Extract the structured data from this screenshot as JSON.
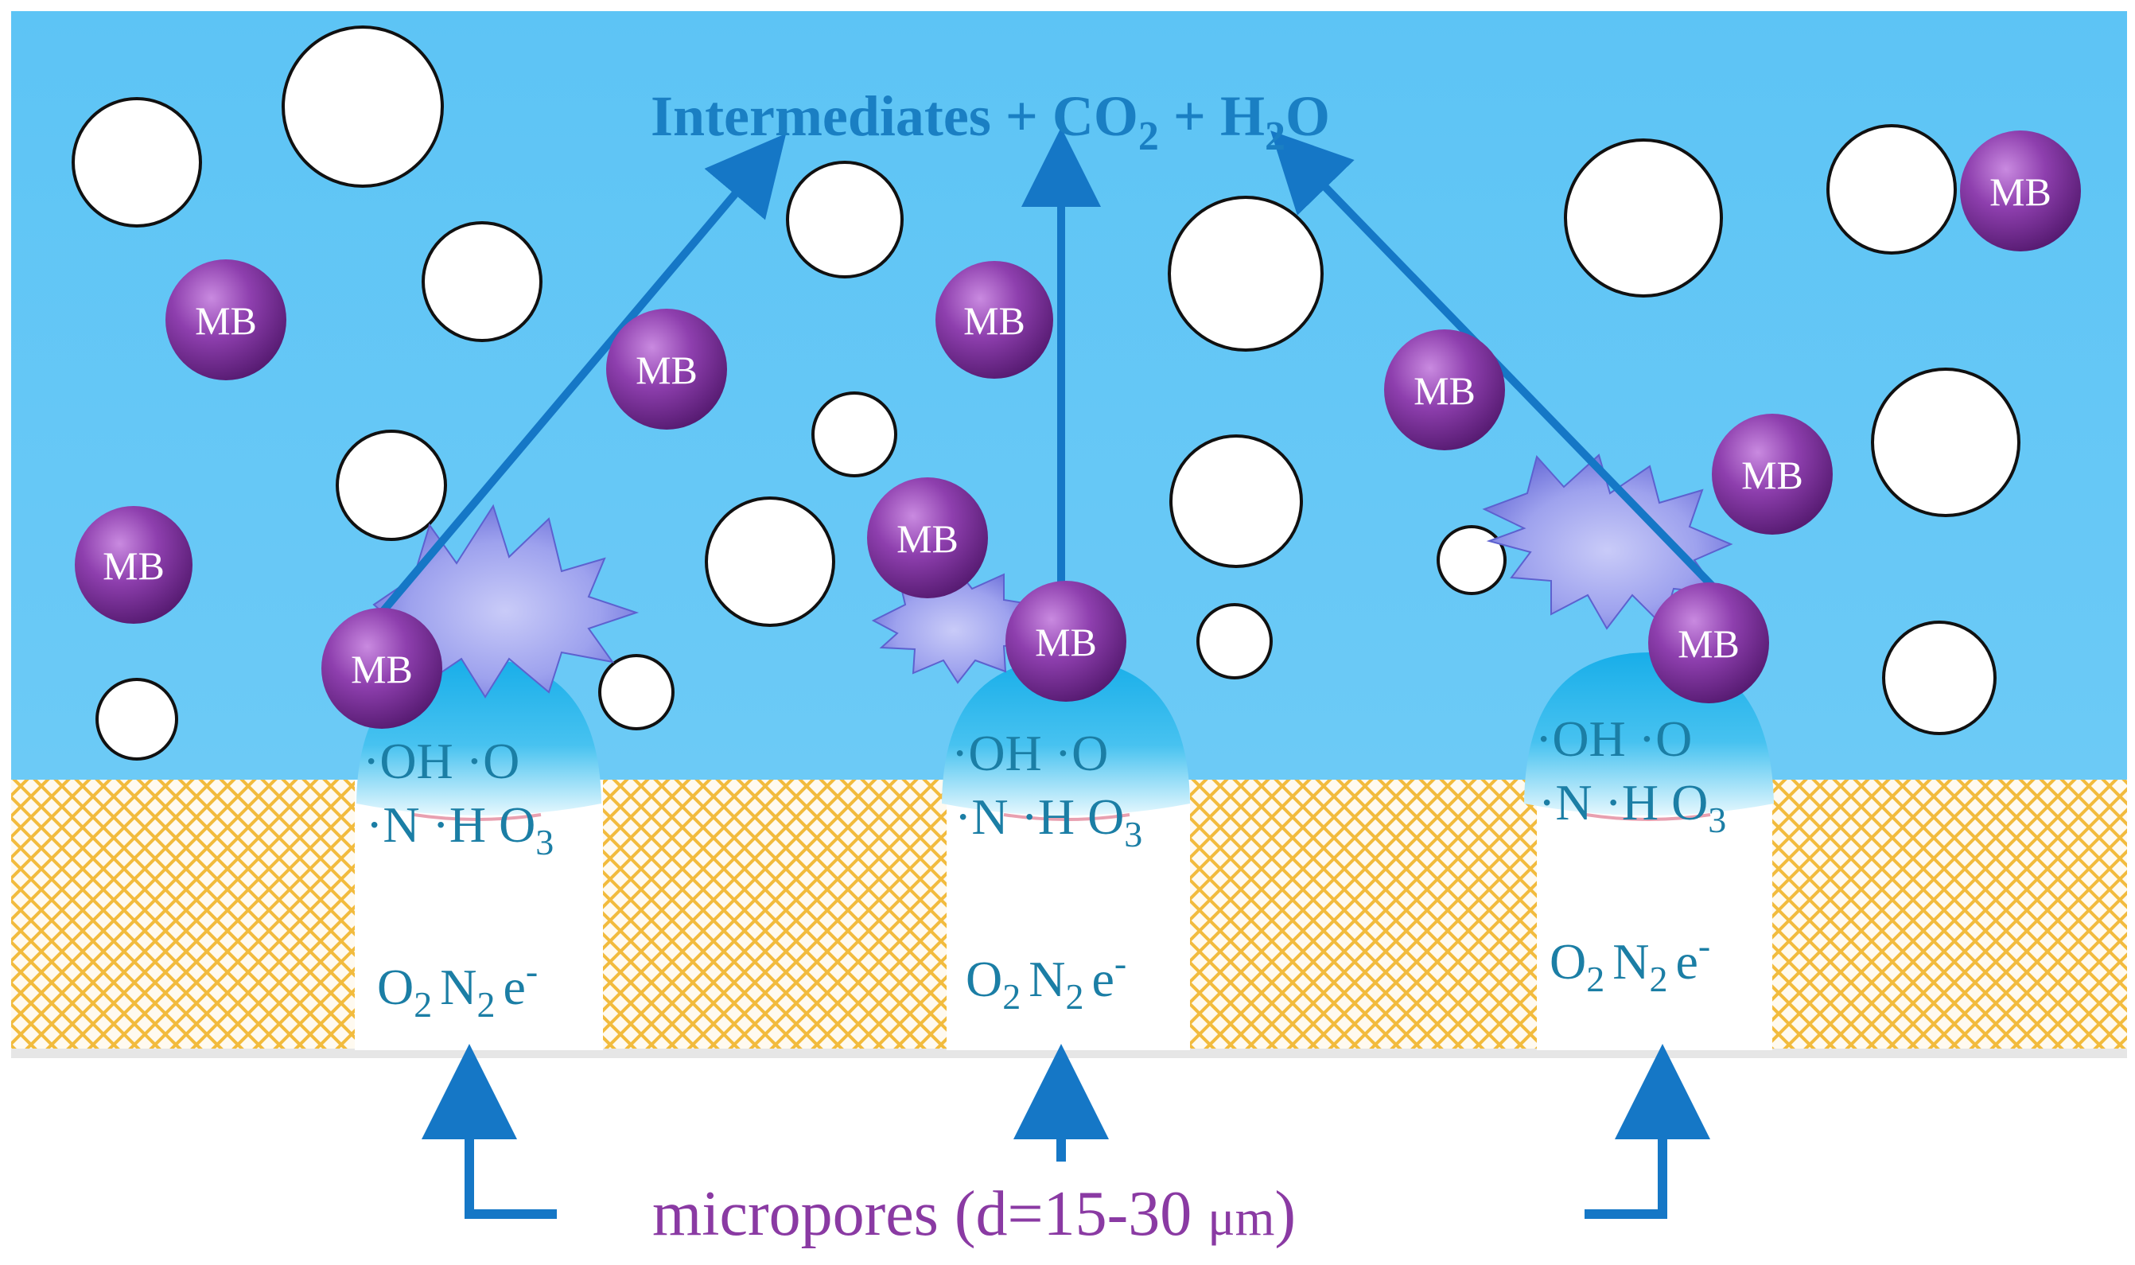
{
  "colors": {
    "water": "#5fc5f5",
    "water_light": "#8fd6f8",
    "bubble_fill": "#ffffff",
    "bubble_stroke": "#111111",
    "mb_light": "#b46ad0",
    "mb_mid": "#8a3aa8",
    "mb_dark": "#5c1f78",
    "spark_light": "#b4b6f4",
    "spark_dark": "#6668d4",
    "arrow": "#1577c6",
    "species_text": "#1b7ea5",
    "mesh_line": "#f2bb3d",
    "mesh_bg": "#fffaf0",
    "plasma_top": "#1fb0ea",
    "plasma_bottom": "#d9f3fd",
    "caption": "#8a3aa3",
    "product_text": "#1a7fc3"
  },
  "products": {
    "word": "Intermediates",
    "plus1": " + ",
    "co": "CO",
    "co_sub": "2",
    "plus2": " + ",
    "h": "H",
    "h_sub": "2",
    "o": "O"
  },
  "pollutant_label": "MB",
  "species": {
    "radicals_row1": "·OH ·O",
    "radicals_row2_a": "·N ·H O",
    "radicals_row2_sub": "3",
    "gases_o": "O",
    "gases_o_sub": "2",
    "gases_n": "N",
    "gases_n_sub": "2",
    "gases_e": "e",
    "gases_e_sup": "-"
  },
  "caption": {
    "text": "micropores (d=15-30 ",
    "unit": "μm",
    "close": ")"
  }
}
